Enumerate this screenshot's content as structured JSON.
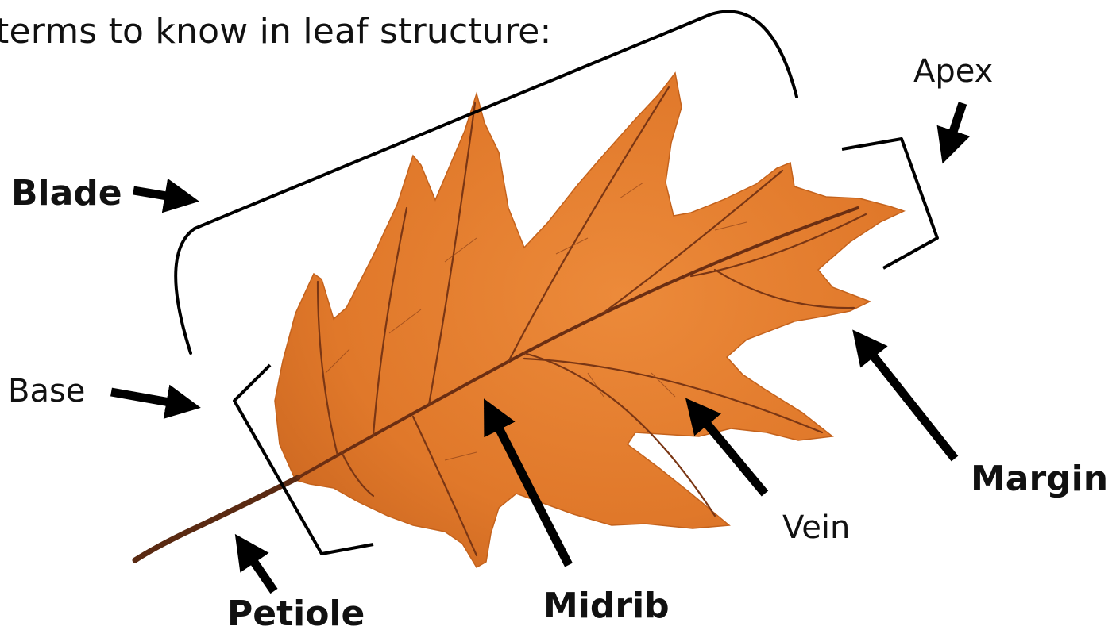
{
  "title": "terms to know in leaf structure:",
  "labels": {
    "blade": "Blade",
    "base": "Base",
    "apex": "Apex",
    "margin": "Margin",
    "vein": "Vein",
    "midrib": "Midrib",
    "petiole": "Petiole"
  },
  "colors": {
    "leaf_fill": "#e0782a",
    "leaf_edge": "#c4621c",
    "vein": "#6b2e12",
    "annotation": "#000000"
  }
}
